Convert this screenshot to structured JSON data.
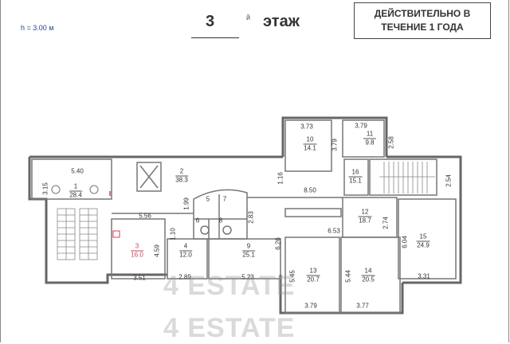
{
  "header": {
    "ceiling_height": "h = 3.00 м",
    "floor_number": "3",
    "floor_suffix": "й",
    "floor_word": "этаж",
    "validity_line1": "ДЕЙСТВИТЕЛЬНО В",
    "validity_line2": "ТЕЧЕНИЕ 1 ГОДА"
  },
  "rooms": [
    {
      "id": "1",
      "area": "28.4"
    },
    {
      "id": "2",
      "area": "38.3"
    },
    {
      "id": "3",
      "area": "16.0"
    },
    {
      "id": "4",
      "area": "12.0"
    },
    {
      "id": "5",
      "area": ""
    },
    {
      "id": "6",
      "area": ""
    },
    {
      "id": "7",
      "area": ""
    },
    {
      "id": "8",
      "area": ""
    },
    {
      "id": "9",
      "area": "25.1"
    },
    {
      "id": "10",
      "area": "14.1"
    },
    {
      "id": "11",
      "area": "9.8"
    },
    {
      "id": "12",
      "area": "18.7"
    },
    {
      "id": "13",
      "area": "20.7"
    },
    {
      "id": "14",
      "area": "20.5"
    },
    {
      "id": "15",
      "area": "24.9"
    },
    {
      "id": "16",
      "area": "15.1"
    }
  ],
  "dimensions": {
    "d540": "5.40",
    "d315": "3.15",
    "d556": "5.56",
    "d110": "1.10",
    "d459": "4.59",
    "d351": "3.51",
    "d289": "2.89",
    "d523": "5.23",
    "d199": "1.99",
    "d283": "2.83",
    "d626": "6.26",
    "d116": "1.16",
    "d850": "8.50",
    "d373": "3.73",
    "d379a": "3.79",
    "d379b": "3.79",
    "d258": "2.58",
    "d254": "2.54",
    "d274": "2.74",
    "d653": "6.53",
    "d604": "6.04",
    "d331": "3.31",
    "d545": "5.45",
    "d544": "5.44",
    "d379c": "3.79",
    "d377": "3.77"
  },
  "watermark": {
    "line1": "4 ESTATE",
    "line2": "4 ESTATE"
  }
}
